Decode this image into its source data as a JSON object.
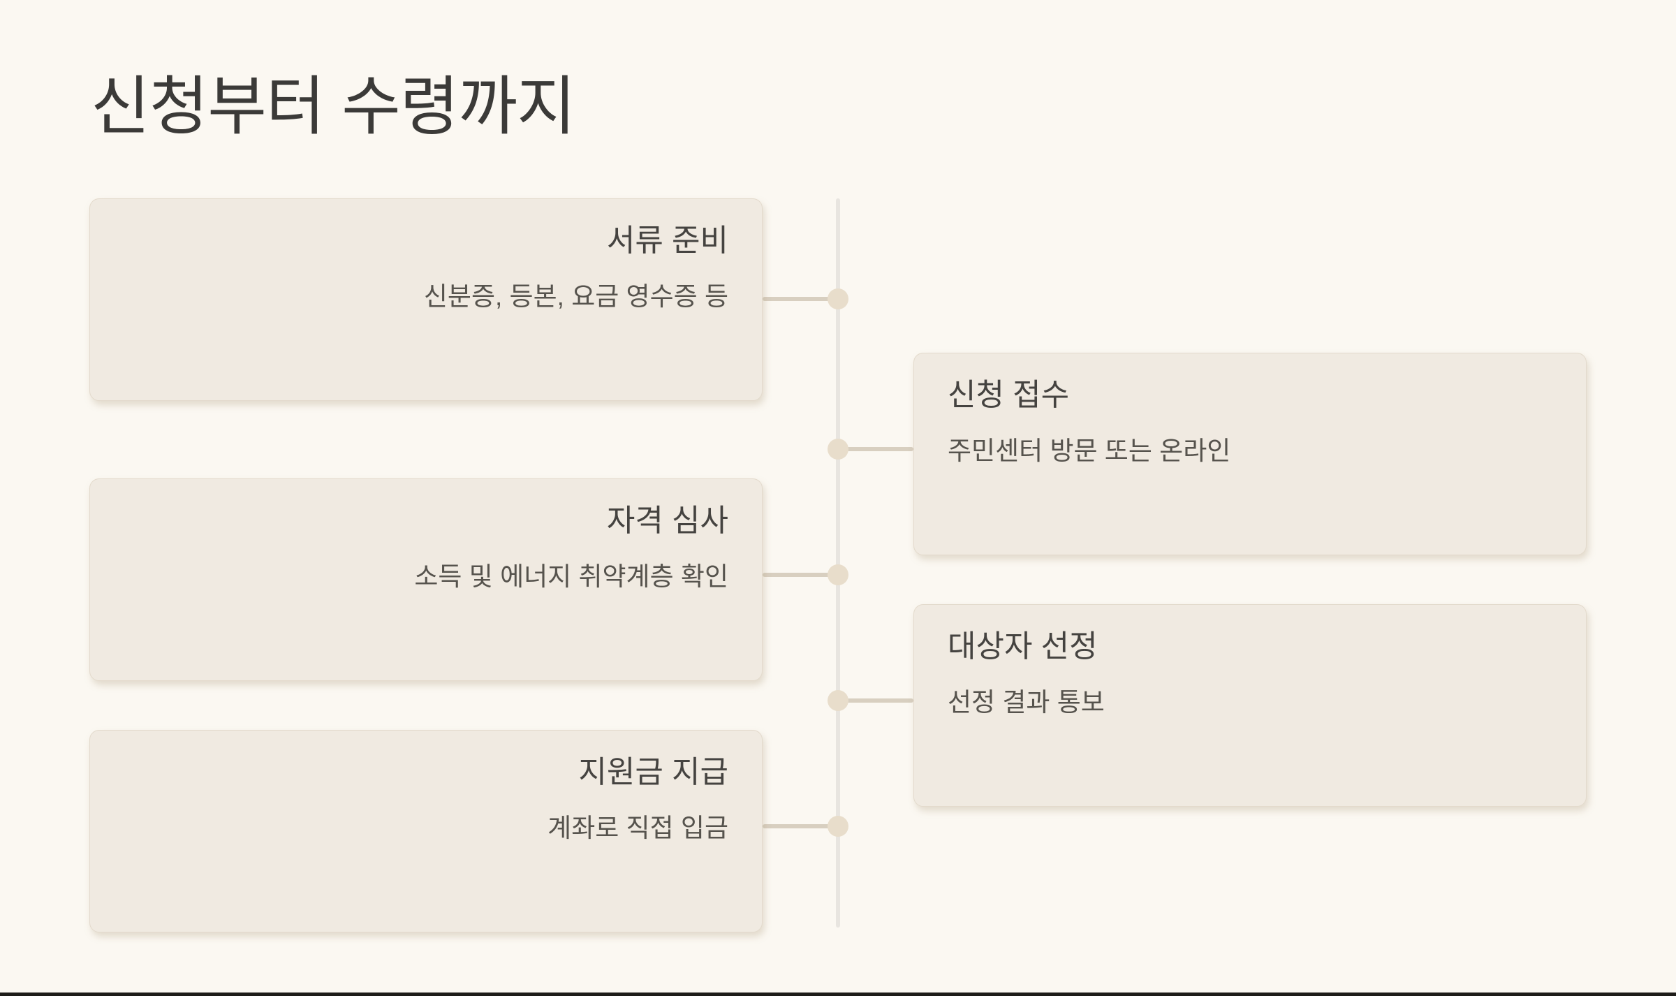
{
  "page": {
    "title": "신청부터 수령까지",
    "background_color": "#fbf8f2",
    "bottom_bar_color": "#1e1c19"
  },
  "timeline": {
    "spine_color": "#e8e5e0",
    "connector_color": "#d8cfc0",
    "dot_color": "#e8ddcb",
    "card_color": "#f0eae1",
    "steps": [
      {
        "title": "서류 준비",
        "subtitle": "신분증, 등본, 요금 영수증 등",
        "side": "left"
      },
      {
        "title": "신청 접수",
        "subtitle": "주민센터 방문 또는 온라인",
        "side": "right"
      },
      {
        "title": "자격 심사",
        "subtitle": "소득 및 에너지 취약계층 확인",
        "side": "left"
      },
      {
        "title": "대상자 선정",
        "subtitle": "선정 결과 통보",
        "side": "right"
      },
      {
        "title": "지원금 지급",
        "subtitle": "계좌로 직접 입금",
        "side": "left"
      }
    ]
  }
}
